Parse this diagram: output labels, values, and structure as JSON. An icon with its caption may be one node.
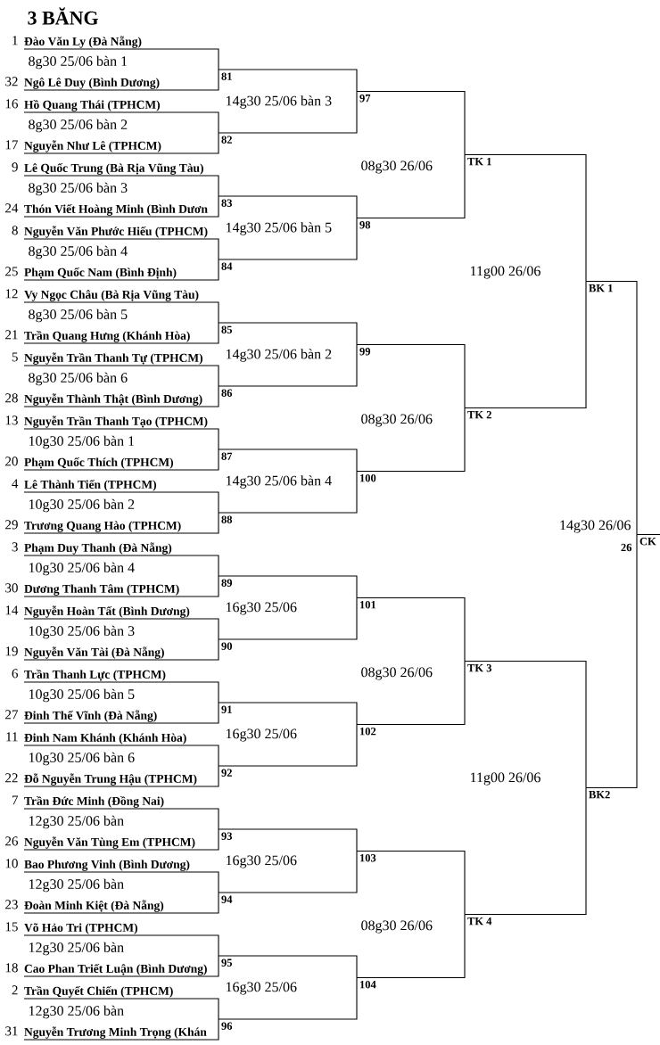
{
  "diagram": {
    "title": "3 BĂNG",
    "nodes": [
      {
        "text": [
          "Đào Văn Ly (Đà Nẵng)"
        ],
        "beside": [
          "1"
        ]
      },
      {
        "text": [
          "Ngô Lê Duy (Bình Dương)"
        ],
        "beside": [
          "32"
        ]
      },
      {
        "text": [
          "Hồ Quang Thái (TPHCM)"
        ],
        "beside": [
          "16"
        ]
      },
      {
        "text": [
          "Nguyễn Như Lê (TPHCM)"
        ],
        "beside": [
          "17"
        ]
      },
      {
        "text": [
          "Lê Quốc Trung (Bà Rịa Vũng Tàu)"
        ],
        "beside": [
          "9"
        ]
      },
      {
        "text": [
          "Thón Viết Hoàng Minh (Bình Dươn"
        ],
        "beside": [
          "24"
        ]
      },
      {
        "text": [
          "Nguyễn Văn Phước Hiếu (TPHCM)"
        ],
        "beside": [
          "8"
        ]
      },
      {
        "text": [
          "Phạm Quốc Nam (Bình Định)"
        ],
        "beside": [
          "25"
        ]
      },
      {
        "text": [
          "Vy Ngọc Châu (Bà Rịa Vũng Tàu)"
        ],
        "beside": [
          "12"
        ]
      },
      {
        "text": [
          "Trần Quang Hưng (Khánh Hòa)"
        ],
        "beside": [
          "21"
        ]
      },
      {
        "text": [
          "Nguyễn Trần Thanh Tự (TPHCM)"
        ],
        "beside": [
          "5"
        ]
      },
      {
        "text": [
          "Nguyễn Thành Thật (Bình Dương)"
        ],
        "beside": [
          "28"
        ]
      },
      {
        "text": [
          "Nguyễn Trần Thanh Tạo (TPHCM)"
        ],
        "beside": [
          "13"
        ]
      },
      {
        "text": [
          "Phạm Quốc Thích (TPHCM)"
        ],
        "beside": [
          "20"
        ]
      },
      {
        "text": [
          "Lê Thành Tiến (TPHCM)"
        ],
        "beside": [
          "4"
        ]
      },
      {
        "text": [
          "Trương Quang Hào (TPHCM)"
        ],
        "beside": [
          "29"
        ]
      },
      {
        "text": [
          "Phạm Duy Thanh (Đà Nẵng)"
        ],
        "beside": [
          "3"
        ]
      },
      {
        "text": [
          "Dương Thanh Tâm (TPHCM)"
        ],
        "beside": [
          "30"
        ]
      },
      {
        "text": [
          "Nguyễn Hoàn Tất (Bình Dương)"
        ],
        "beside": [
          "14"
        ]
      },
      {
        "text": [
          "Nguyễn Văn Tài (Đà Nẵng)"
        ],
        "beside": [
          "19"
        ]
      },
      {
        "text": [
          "Trần Thanh Lực (TPHCM)"
        ],
        "beside": [
          "6"
        ]
      },
      {
        "text": [
          "Đinh Thế Vĩnh (Đà Nẵng)"
        ],
        "beside": [
          "27"
        ]
      },
      {
        "text": [
          "Đinh Nam Khánh (Khánh Hòa)"
        ],
        "beside": [
          "11"
        ]
      },
      {
        "text": [
          "Đỗ Nguyễn Trung Hậu (TPHCM)"
        ],
        "beside": [
          "22"
        ]
      },
      {
        "text": [
          "Trần Đức Minh (Đồng Nai)"
        ],
        "beside": [
          "7"
        ]
      },
      {
        "text": [
          "Nguyễn Văn Tùng Em (TPHCM)"
        ],
        "beside": [
          "26"
        ]
      },
      {
        "text": [
          "Bao Phương Vinh (Bình Dương)"
        ],
        "beside": [
          "10"
        ]
      },
      {
        "text": [
          "Đoàn Minh Kiệt (Đà Nẵng)"
        ],
        "beside": [
          "23"
        ]
      },
      {
        "text": [
          "Võ Hảo Tri (TPHCM)"
        ],
        "beside": [
          "15"
        ]
      },
      {
        "text": [
          "Cao Phan Triết Luận (Bình Dương)"
        ],
        "beside": [
          "18"
        ]
      },
      {
        "text": [
          "Trần Quyết Chiến (TPHCM)"
        ],
        "beside": [
          "2"
        ]
      },
      {
        "text": [
          "Nguyễn Trương Minh Trọng (Khán"
        ],
        "beside": [
          "31"
        ]
      },
      {
        "text": [
          "81"
        ]
      },
      {
        "text": [
          "82"
        ]
      },
      {
        "text": [
          "83"
        ]
      },
      {
        "text": [
          "84"
        ]
      },
      {
        "text": [
          "85"
        ]
      },
      {
        "text": [
          "86"
        ]
      },
      {
        "text": [
          "87"
        ]
      },
      {
        "text": [
          "88"
        ]
      },
      {
        "text": [
          "89"
        ]
      },
      {
        "text": [
          "90"
        ]
      },
      {
        "text": [
          "91"
        ]
      },
      {
        "text": [
          "92"
        ]
      },
      {
        "text": [
          "93"
        ]
      },
      {
        "text": [
          "94"
        ]
      },
      {
        "text": [
          "95"
        ]
      },
      {
        "text": [
          "96"
        ]
      },
      {
        "text": [
          "97"
        ]
      },
      {
        "text": [
          "98"
        ]
      },
      {
        "text": [
          "99"
        ]
      },
      {
        "text": [
          "100"
        ]
      },
      {
        "text": [
          "101"
        ]
      },
      {
        "text": [
          "102"
        ]
      },
      {
        "text": [
          "103"
        ]
      },
      {
        "text": [
          "104"
        ]
      },
      {
        "text": [
          "TK 1"
        ],
        "beside": [
          "08g30 26/06"
        ]
      },
      {
        "text": [
          "TK 2"
        ],
        "beside": [
          "08g30 26/06"
        ]
      },
      {
        "text": [
          "TK 3"
        ],
        "beside": [
          "08g30 26/06"
        ]
      },
      {
        "text": [
          "TK 4"
        ],
        "beside": [
          "08g30 26/06"
        ]
      },
      {
        "text": [
          "BK 1"
        ],
        "beside": [
          "11g00 26/06"
        ]
      },
      {
        "text": [
          "BK2"
        ],
        "beside": [
          "11g00 26/06"
        ]
      },
      {
        "text": [
          "CK"
        ],
        "beside": [
          "14g30 26/06"
        ]
      }
    ],
    "edges": [
      {
        "from": 0,
        "to": 32,
        "arrow": "none"
      },
      {
        "from": 1,
        "to": 32,
        "arrow": "none"
      },
      {
        "from": 2,
        "to": 33,
        "arrow": "none"
      },
      {
        "from": 3,
        "to": 33,
        "arrow": "none"
      },
      {
        "from": 4,
        "to": 34,
        "arrow": "none"
      },
      {
        "from": 5,
        "to": 34,
        "arrow": "none"
      },
      {
        "from": 6,
        "to": 35,
        "arrow": "none"
      },
      {
        "from": 7,
        "to": 35,
        "arrow": "none"
      },
      {
        "from": 8,
        "to": 36,
        "arrow": "none"
      },
      {
        "from": 9,
        "to": 36,
        "arrow": "none"
      },
      {
        "from": 10,
        "to": 37,
        "arrow": "none"
      },
      {
        "from": 11,
        "to": 37,
        "arrow": "none"
      },
      {
        "from": 12,
        "to": 38,
        "arrow": "none"
      },
      {
        "from": 13,
        "to": 38,
        "arrow": "none"
      },
      {
        "from": 14,
        "to": 39,
        "arrow": "none"
      },
      {
        "from": 15,
        "to": 39,
        "arrow": "none"
      },
      {
        "from": 16,
        "to": 40,
        "arrow": "none"
      },
      {
        "from": 17,
        "to": 40,
        "arrow": "none"
      },
      {
        "from": 18,
        "to": 41,
        "arrow": "none"
      },
      {
        "from": 19,
        "to": 41,
        "arrow": "none"
      },
      {
        "from": 20,
        "to": 42,
        "arrow": "none"
      },
      {
        "from": 21,
        "to": 42,
        "arrow": "none"
      },
      {
        "from": 22,
        "to": 43,
        "arrow": "none"
      },
      {
        "from": 23,
        "to": 43,
        "arrow": "none"
      },
      {
        "from": 24,
        "to": 44,
        "arrow": "none"
      },
      {
        "from": 25,
        "to": 44,
        "arrow": "none"
      },
      {
        "from": 26,
        "to": 45,
        "arrow": "none"
      },
      {
        "from": 27,
        "to": 45,
        "arrow": "none"
      },
      {
        "from": 28,
        "to": 46,
        "arrow": "none"
      },
      {
        "from": 29,
        "to": 46,
        "arrow": "none"
      },
      {
        "from": 30,
        "to": 47,
        "arrow": "none"
      },
      {
        "from": 31,
        "to": 47,
        "arrow": "none"
      },
      {
        "from": 32,
        "to": 48,
        "arrow": "none"
      },
      {
        "from": 33,
        "to": 48,
        "arrow": "none"
      },
      {
        "from": 34,
        "to": 49,
        "arrow": "none"
      },
      {
        "from": 35,
        "to": 49,
        "arrow": "none"
      },
      {
        "from": 36,
        "to": 50,
        "arrow": "none"
      },
      {
        "from": 37,
        "to": 50,
        "arrow": "none"
      },
      {
        "from": 38,
        "to": 51,
        "arrow": "none"
      },
      {
        "from": 39,
        "to": 51,
        "arrow": "none"
      },
      {
        "from": 40,
        "to": 52,
        "arrow": "none"
      },
      {
        "from": 41,
        "to": 52,
        "arrow": "none"
      },
      {
        "from": 42,
        "to": 53,
        "arrow": "none"
      },
      {
        "from": 43,
        "to": 53,
        "arrow": "none"
      },
      {
        "from": 44,
        "to": 54,
        "arrow": "none"
      },
      {
        "from": 45,
        "to": 54,
        "arrow": "none"
      },
      {
        "from": 46,
        "to": 55,
        "arrow": "none"
      },
      {
        "from": 47,
        "to": 55,
        "arrow": "none"
      },
      {
        "from": 48,
        "to": 56,
        "arrow": "none"
      },
      {
        "from": 49,
        "to": 56,
        "arrow": "none"
      },
      {
        "from": 50,
        "to": 57,
        "arrow": "none"
      },
      {
        "from": 51,
        "to": 57,
        "arrow": "none"
      },
      {
        "from": 52,
        "to": 58,
        "arrow": "none"
      },
      {
        "from": 53,
        "to": 58,
        "arrow": "none"
      },
      {
        "from": 54,
        "to": 59,
        "arrow": "none"
      },
      {
        "from": 55,
        "to": 59,
        "arrow": "none"
      },
      {
        "from": 56,
        "to": 60,
        "arrow": "none"
      },
      {
        "from": 57,
        "to": 60,
        "arrow": "none"
      },
      {
        "from": 58,
        "to": 61,
        "arrow": "none"
      },
      {
        "from": 59,
        "to": 61,
        "arrow": "none"
      },
      {
        "from": 60,
        "to": 62,
        "arrow": "none"
      },
      {
        "from": 61,
        "to": 62,
        "arrow": "none"
      },
      {
        "from": 62,
        "to": null,
        "arrow": "none"
      }
    ],
    "labels": [
      "8g30 25/06 bàn 1",
      "14g30 25/06 bàn 3",
      "8g30 25/06 bàn 2",
      "8g30 25/06 bàn 3",
      "14g30 25/06 bàn 5",
      "8g30 25/06 bàn 4",
      "8g30 25/06 bàn 5",
      "14g30 25/06 bàn 2",
      "8g30 25/06 bàn 6",
      "10g30 25/06 bàn 1",
      "14g30 25/06 bàn 4",
      "10g30 25/06 bàn 2",
      "26",
      "10g30 25/06 bàn 4",
      "16g30 25/06",
      "10g30 25/06 bàn 3",
      "10g30 25/06 bàn 5",
      "16g30 25/06",
      "10g30 25/06 bàn 6",
      "12g30 25/06 bàn",
      "16g30 25/06",
      "12g30 25/06 bàn",
      "12g30 25/06 bàn",
      "16g30 25/06",
      "12g30 25/06 bàn"
    ]
  }
}
